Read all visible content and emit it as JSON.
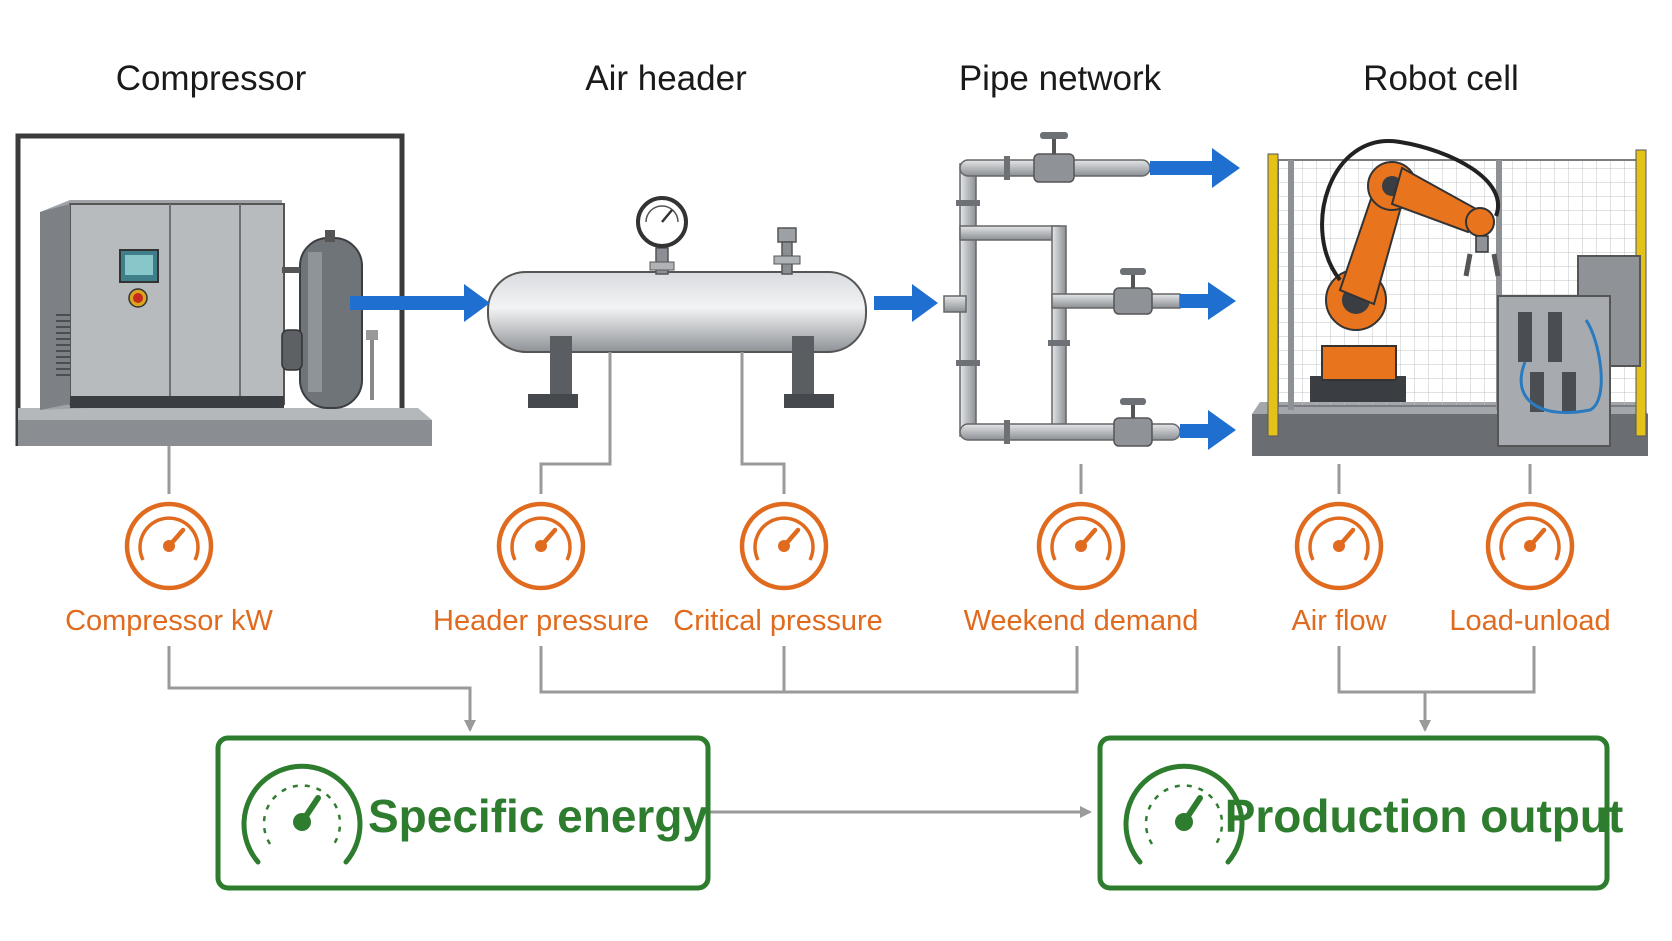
{
  "stages": [
    {
      "id": "compressor",
      "title": "Compressor"
    },
    {
      "id": "air-header",
      "title": "Air header"
    },
    {
      "id": "pipe-network",
      "title": "Pipe network"
    },
    {
      "id": "robot-cell",
      "title": "Robot cell"
    }
  ],
  "sensors": [
    {
      "id": "compressor-kw",
      "label": "Compressor kW"
    },
    {
      "id": "header-pressure",
      "label": "Header pressure"
    },
    {
      "id": "critical-pressure",
      "label": "Critical pressure"
    },
    {
      "id": "weekend-demand",
      "label": "Weekend demand"
    },
    {
      "id": "air-flow",
      "label": "Air flow"
    },
    {
      "id": "load-unload",
      "label": "Load-unload"
    }
  ],
  "kpis": [
    {
      "id": "specific-energy",
      "label": "Specific energy"
    },
    {
      "id": "production-output",
      "label": "Production output"
    }
  ],
  "colors": {
    "flow_arrow": "#1f6fd1",
    "sensor": "#e06a1e",
    "kpi": "#2e7d2e",
    "connector": "#9a9a9a",
    "equipment_steel": "#a9acb0",
    "robot": "#e8741e"
  }
}
